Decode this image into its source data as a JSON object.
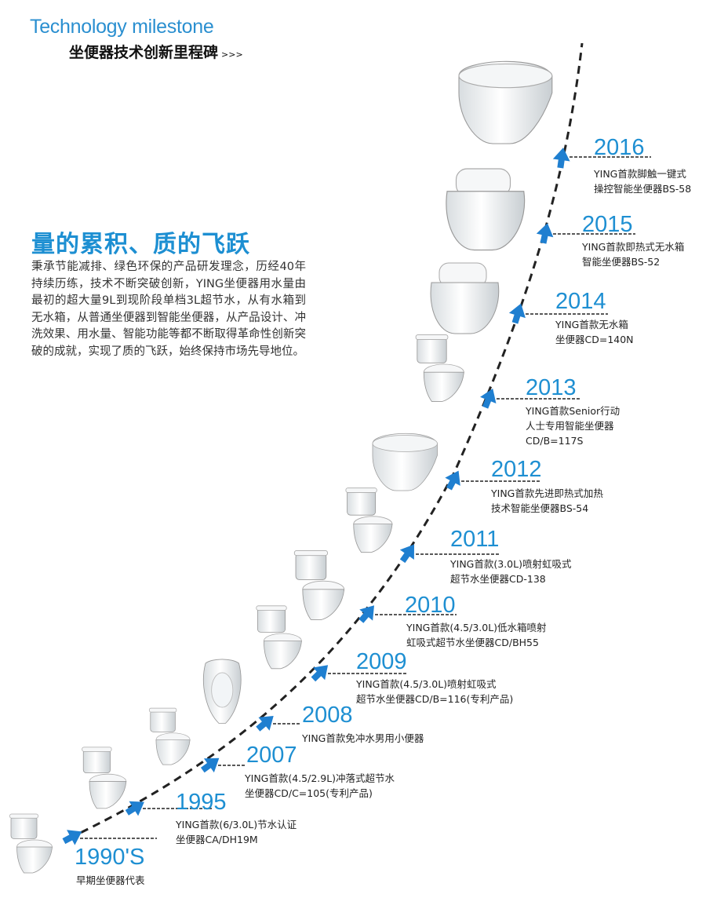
{
  "header": {
    "title_en": "Technology milestone",
    "title_cn": "坐便器技术创新里程碑",
    "arrows": ">>>"
  },
  "intro": {
    "headline": "量的累积、质的飞跃",
    "paragraph": "秉承节能减排、绿色环保的产品研发理念，历经40年持续历练，技术不断突破创新，YING坐便器用水量由最初的超大量9L到现阶段单档3L超节水，从有水箱到无水箱，从普通坐便器到智能坐便器，从产品设计、冲洗效果、用水量、智能功能等都不断取得革命性创新突破的成就，实现了质的飞跃，始终保持市场先导地位。"
  },
  "milestones": [
    {
      "year": "1990'S",
      "desc": "早期坐便器代表"
    },
    {
      "year": "1995",
      "desc": "YING首款(6/3.0L)节水认证\n坐便器CA/DH19M"
    },
    {
      "year": "2007",
      "desc": "YING首款(4.5/2.9L)冲落式超节水\n坐便器CD/C=105(专利产品)"
    },
    {
      "year": "2008",
      "desc": "YING首款免冲水男用小便器"
    },
    {
      "year": "2009",
      "desc": "YING首款(4.5/3.0L)喷射虹吸式\n超节水坐便器CD/B=116(专利产品)"
    },
    {
      "year": "2010",
      "desc": "YING首款(4.5/3.0L)低水箱喷射\n虹吸式超节水坐便器CD/BH55"
    },
    {
      "year": "2011",
      "desc": "YING首款(3.0L)喷射虹吸式\n超节水坐便器CD-138"
    },
    {
      "year": "2012",
      "desc": "YING首款先进即热式加热\n技术智能坐便器BS-54"
    },
    {
      "year": "2013",
      "desc": "YING首款Senior行动\n人士专用智能坐便器\nCD/B=117S"
    },
    {
      "year": "2014",
      "desc": "YING首款无水箱\n坐便器CD=140N"
    },
    {
      "year": "2015",
      "desc": "YING首款即热式无水箱\n智能坐便器BS-52"
    },
    {
      "year": "2016",
      "desc": "YING首款脚触一键式\n操控智能坐便器BS-58"
    }
  ],
  "colors": {
    "accent": "#1e8fd2",
    "arrow": "#1f7fd0",
    "curve": "#222222"
  }
}
